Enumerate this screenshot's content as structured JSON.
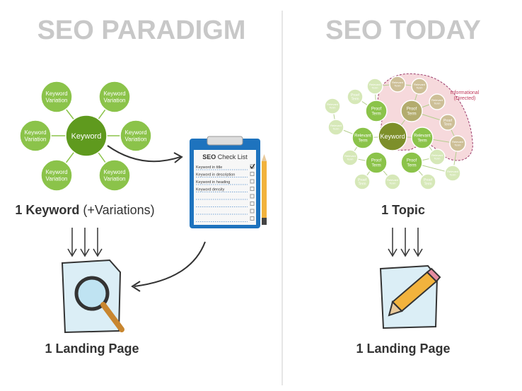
{
  "left": {
    "title": "SEO PARADIGM",
    "center": "Keyword",
    "variation": "Keyword Variation",
    "caption_main": "1 Keyword",
    "caption_extra": "(+Variations)",
    "result": "1 Landing Page",
    "checklist": {
      "title_bold": "SEO",
      "title_rest": "Check List",
      "items": [
        "Keyword in title",
        "Keyword in description",
        "Keyword in heading",
        "Keyword density"
      ],
      "checked": [
        true,
        false,
        false,
        false
      ]
    }
  },
  "right": {
    "title": "SEO TODAY",
    "center": "Keyword",
    "proof": "Proof Term",
    "relevant": "Relevant Term",
    "region_label_1": "Informational",
    "region_label_2": "(Directed)",
    "caption": "1 Topic",
    "result": "1 Landing Page"
  },
  "colors": {
    "green": "#8bc34a",
    "dark_green": "#5f9a1e",
    "light_green": "#d6e8b8",
    "tan": "#cdbf97",
    "dark_olive": "#7d8f2a",
    "pink_region": "#f6d9dc",
    "blue": "#1e73be"
  }
}
